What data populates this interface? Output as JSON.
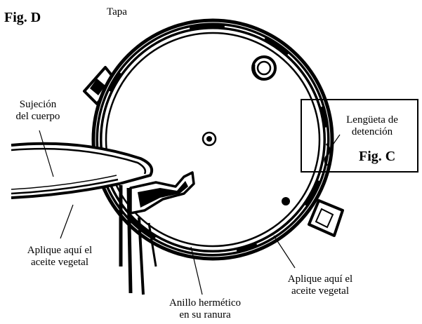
{
  "figures": {
    "fig_d": "Fig. D",
    "fig_c": "Fig. C"
  },
  "labels": {
    "lid": "Tapa",
    "body_clamp_line1": "Sujeción",
    "body_clamp_line2": "del cuerpo",
    "apply_oil_left_line1": "Aplique aquí el",
    "apply_oil_left_line2": "aceite vegetal",
    "stop_tab_line1": "Lengüeta de",
    "stop_tab_line2": "detención",
    "apply_oil_right_line1": "Aplique aquí el",
    "apply_oil_right_line2": "aceite vegetal",
    "gasket_line1": "Anillo hermético",
    "gasket_line2": "en su ranura"
  },
  "colors": {
    "ink": "#000000",
    "paper": "#ffffff"
  }
}
